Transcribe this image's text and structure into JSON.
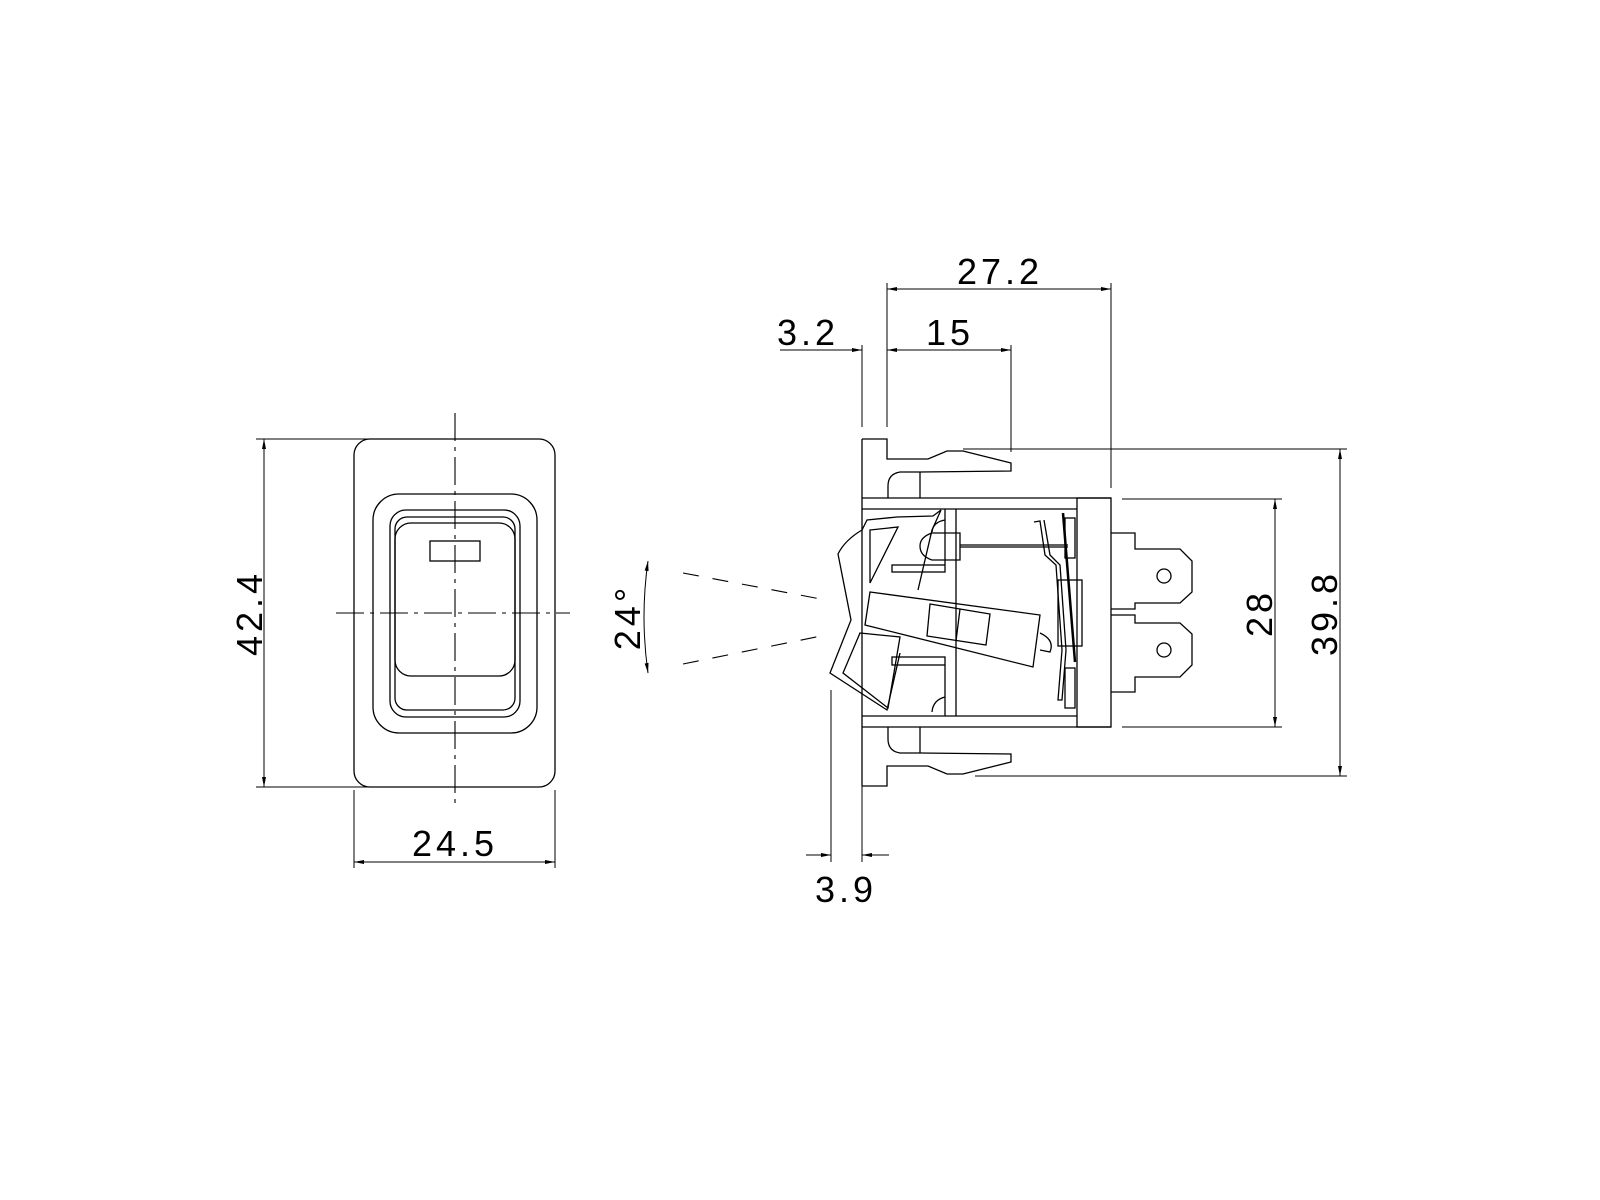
{
  "drawing": {
    "front_view": {
      "height_label": "42.4",
      "width_label": "24.5"
    },
    "side_view": {
      "overall_depth_label": "27.2",
      "flange_thickness_label": "3.2",
      "latch_depth_label": "15",
      "body_height_label": "28",
      "overall_height_label": "39.8",
      "rocker_protrusion_label": "3.9",
      "rocker_angle_label": "24°"
    },
    "colors": {
      "line": "#000000",
      "background": "#ffffff"
    }
  }
}
